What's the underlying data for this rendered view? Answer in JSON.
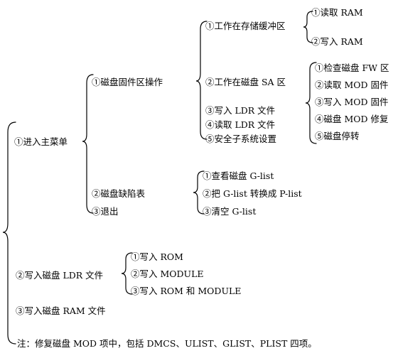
{
  "tree": {
    "n1": {
      "label": "①进入主菜单",
      "n1_1": {
        "label": "①磁盘固件区操作",
        "n1_1_1": {
          "label": "①工作在存储缓冲区",
          "items": [
            "①读取 RAM",
            "②写入 RAM"
          ]
        },
        "n1_1_2": {
          "label": "②工作在磁盘 SA 区",
          "items": [
            "①检查磁盘 FW 区",
            "②读取 MOD 固件",
            "③写入 MOD 固件",
            "④磁盘 MOD 修复",
            "⑤磁盘停转"
          ]
        },
        "n1_1_3": "③写入 LDR 文件",
        "n1_1_4": "④读取 LDR 文件",
        "n1_1_5": "⑤安全子系统设置"
      },
      "n1_2": {
        "label": "②磁盘缺陷表",
        "items": [
          "①查看磁盘 G-list",
          "②把 G-list 转换成 P-list",
          "③清空 G-list"
        ]
      },
      "n1_3": "③退出"
    },
    "n2": {
      "label": "②写入磁盘 LDR 文件",
      "items": [
        "①写入 ROM",
        "②写入 MODULE",
        "③写入 ROM 和 MODULE"
      ]
    },
    "n3": "③写入磁盘 RAM 文件"
  },
  "note": "注：修复磁盘 MOD 项中，包括 DMCS、ULIST、GLIST、PLIST 四项。"
}
